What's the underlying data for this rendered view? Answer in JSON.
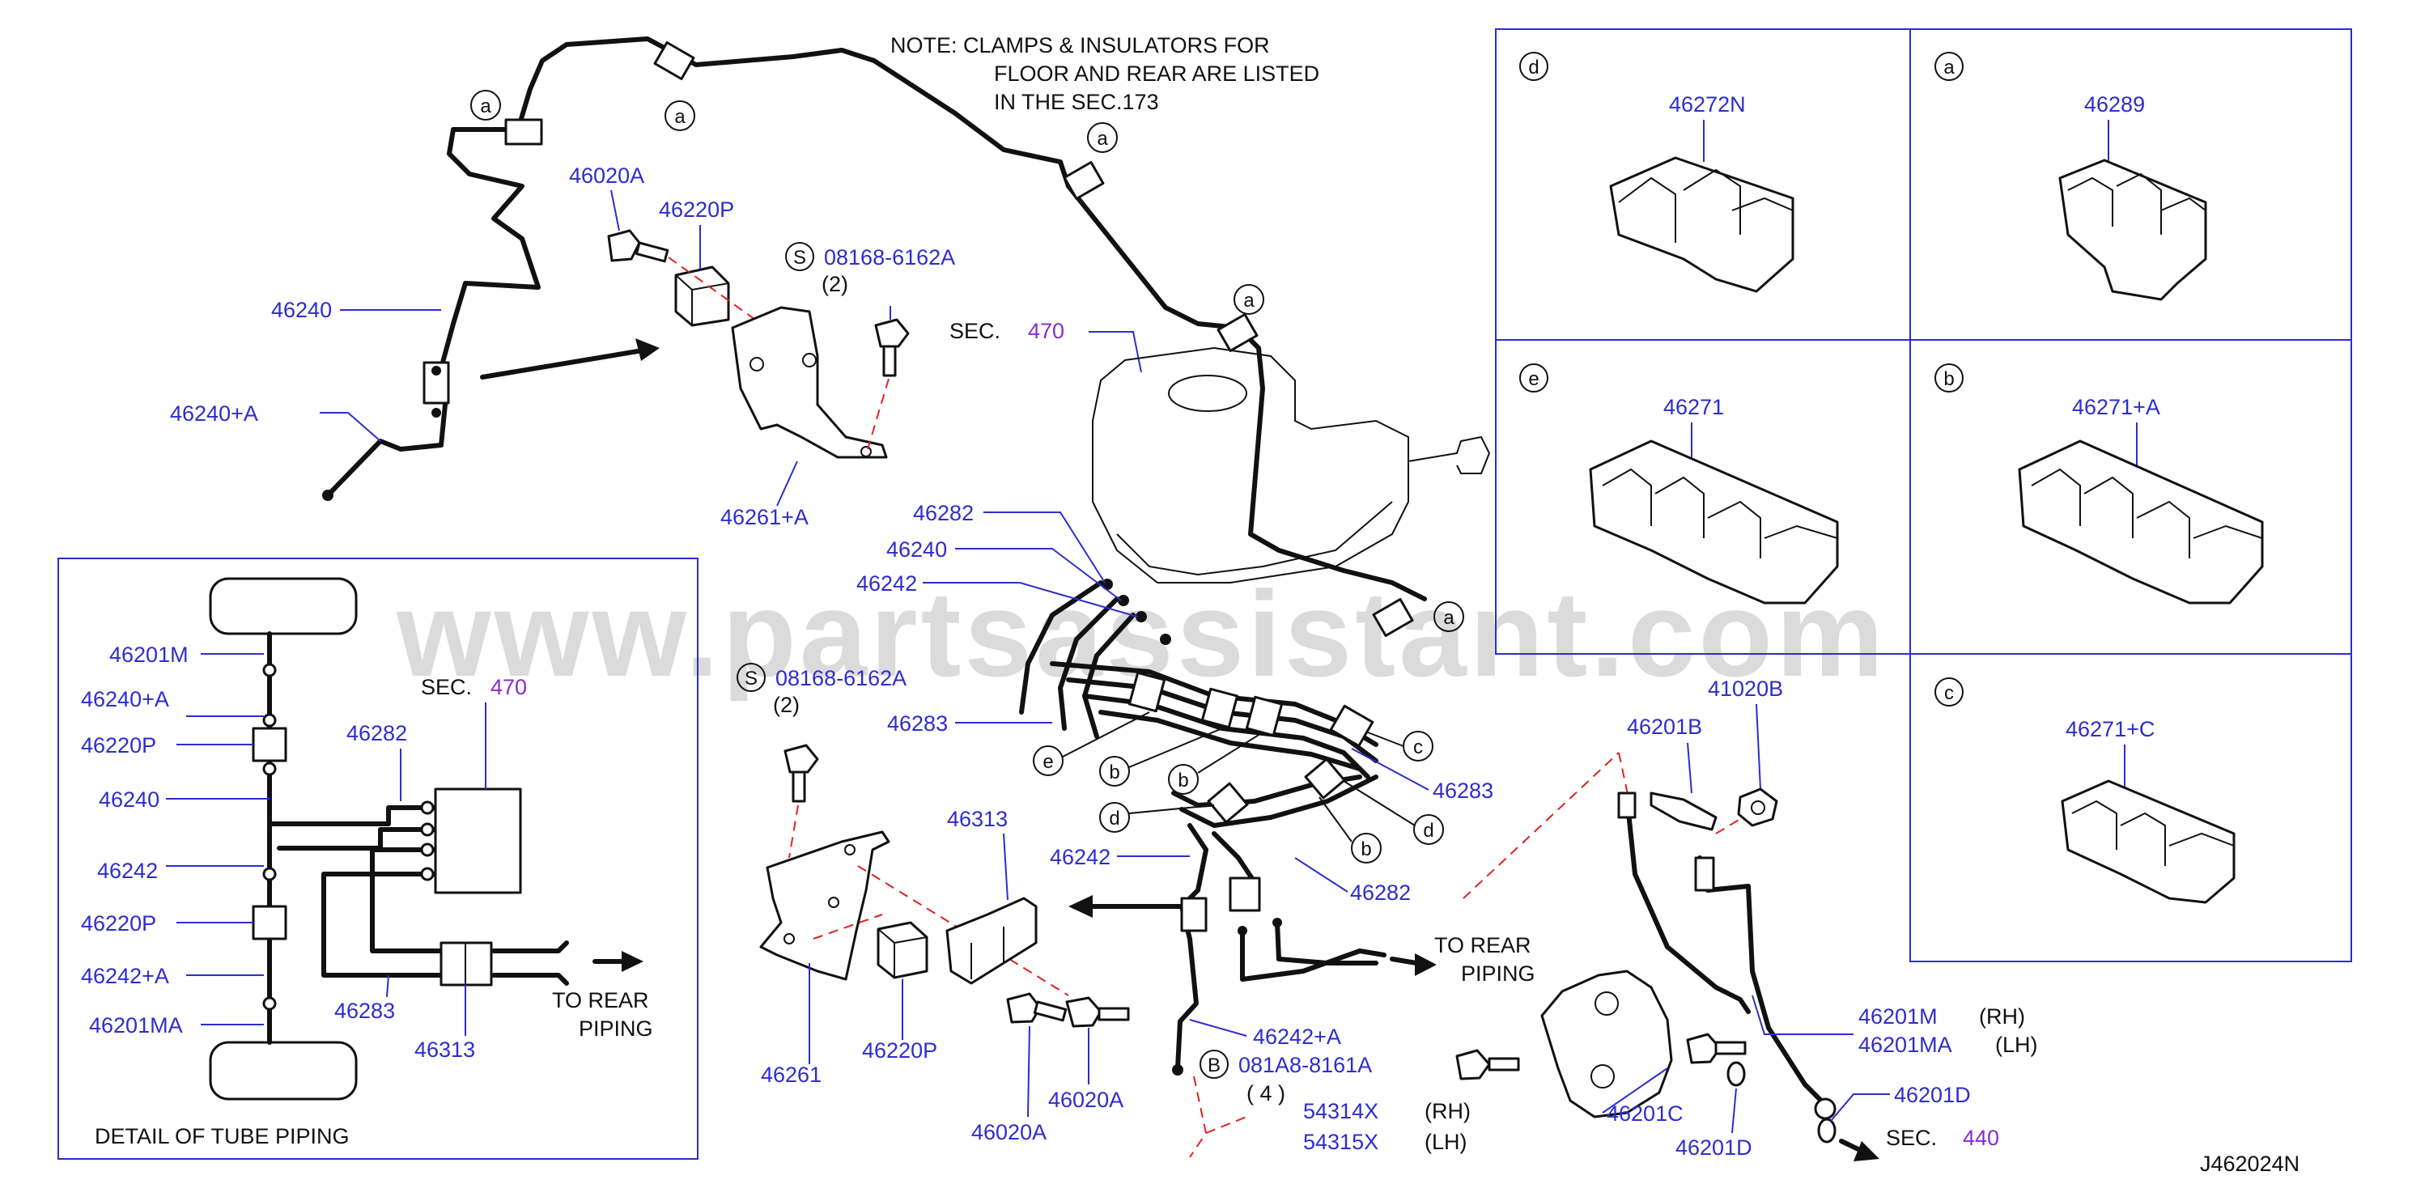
{
  "note": {
    "line1": "NOTE:  CLAMPS  &  INSULATORS  FOR",
    "line2": "FLOOR  AND  REAR  ARE  LISTED",
    "line3": "IN  THE  SEC.173"
  },
  "watermark": "www.partsassistant.com",
  "diagram_id": "J462024N",
  "colors": {
    "part_number": "#2d2dcf",
    "section_ref": "#8a2bd1",
    "dash": "#e02020"
  },
  "sec_ref_label": "SEC.",
  "sec_refs": {
    "master_cyl": "470",
    "detail": "470",
    "rear": "440"
  },
  "bolt_symbol_s": "S",
  "bolt_symbol_b": "B",
  "qty": {
    "two": "(2)",
    "four": "(   4   )"
  },
  "side": {
    "rh": "(RH)",
    "lh": "(LH)"
  },
  "to_rear": {
    "line1": "TO  REAR",
    "line2": "PIPING"
  },
  "detail_title": "DETAIL   OF   TUBE   PIPING",
  "circles": {
    "a": "a",
    "b": "b",
    "c": "c",
    "d": "d",
    "e": "e"
  },
  "parts": {
    "p46240": "46240",
    "p46240A": "46240+A",
    "p46020A": "46020A",
    "p46220P": "46220P",
    "p08168": "08168-6162A",
    "p46261A": "46261+A",
    "p46282": "46282",
    "p46242": "46242",
    "p46283": "46283",
    "p46313": "46313",
    "p46261": "46261",
    "p46242A": "46242+A",
    "p081A8": "081A8-8161A",
    "p54314X": "54314X",
    "p54315X": "54315X",
    "p41020B": "41020B",
    "p46201B": "46201B",
    "p46201M": "46201M",
    "p46201MA": "46201MA",
    "p46201C": "46201C",
    "p46201D": "46201D",
    "p46272N": "46272N",
    "p46289": "46289",
    "p46271": "46271",
    "p46271A": "46271+A",
    "p46271C": "46271+C"
  }
}
